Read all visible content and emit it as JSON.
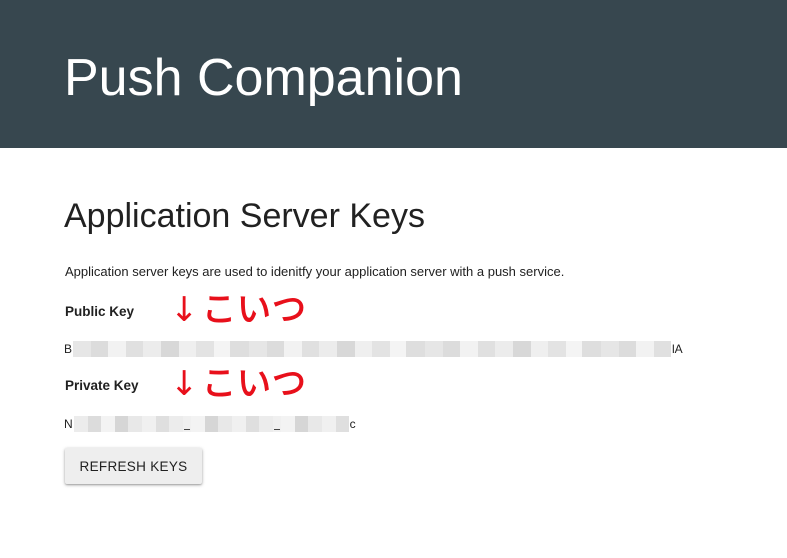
{
  "header": {
    "title": "Push Companion"
  },
  "main": {
    "section_title": "Application Server Keys",
    "description": "Application server keys are used to idenitfy your application server with a push service.",
    "public_key": {
      "label": "Public Key",
      "value_start": "B",
      "value_end": "lA"
    },
    "private_key": {
      "label": "Private Key",
      "value_start": "N",
      "value_end": "c"
    },
    "refresh_button_label": "REFRESH KEYS"
  },
  "annotations": {
    "arrow_glyph": "↓",
    "public_note": "こいつ",
    "private_note": "こいつ",
    "color": "#e8101b"
  },
  "colors": {
    "header_bg": "#37474f",
    "button_bg": "#eeeeee"
  }
}
